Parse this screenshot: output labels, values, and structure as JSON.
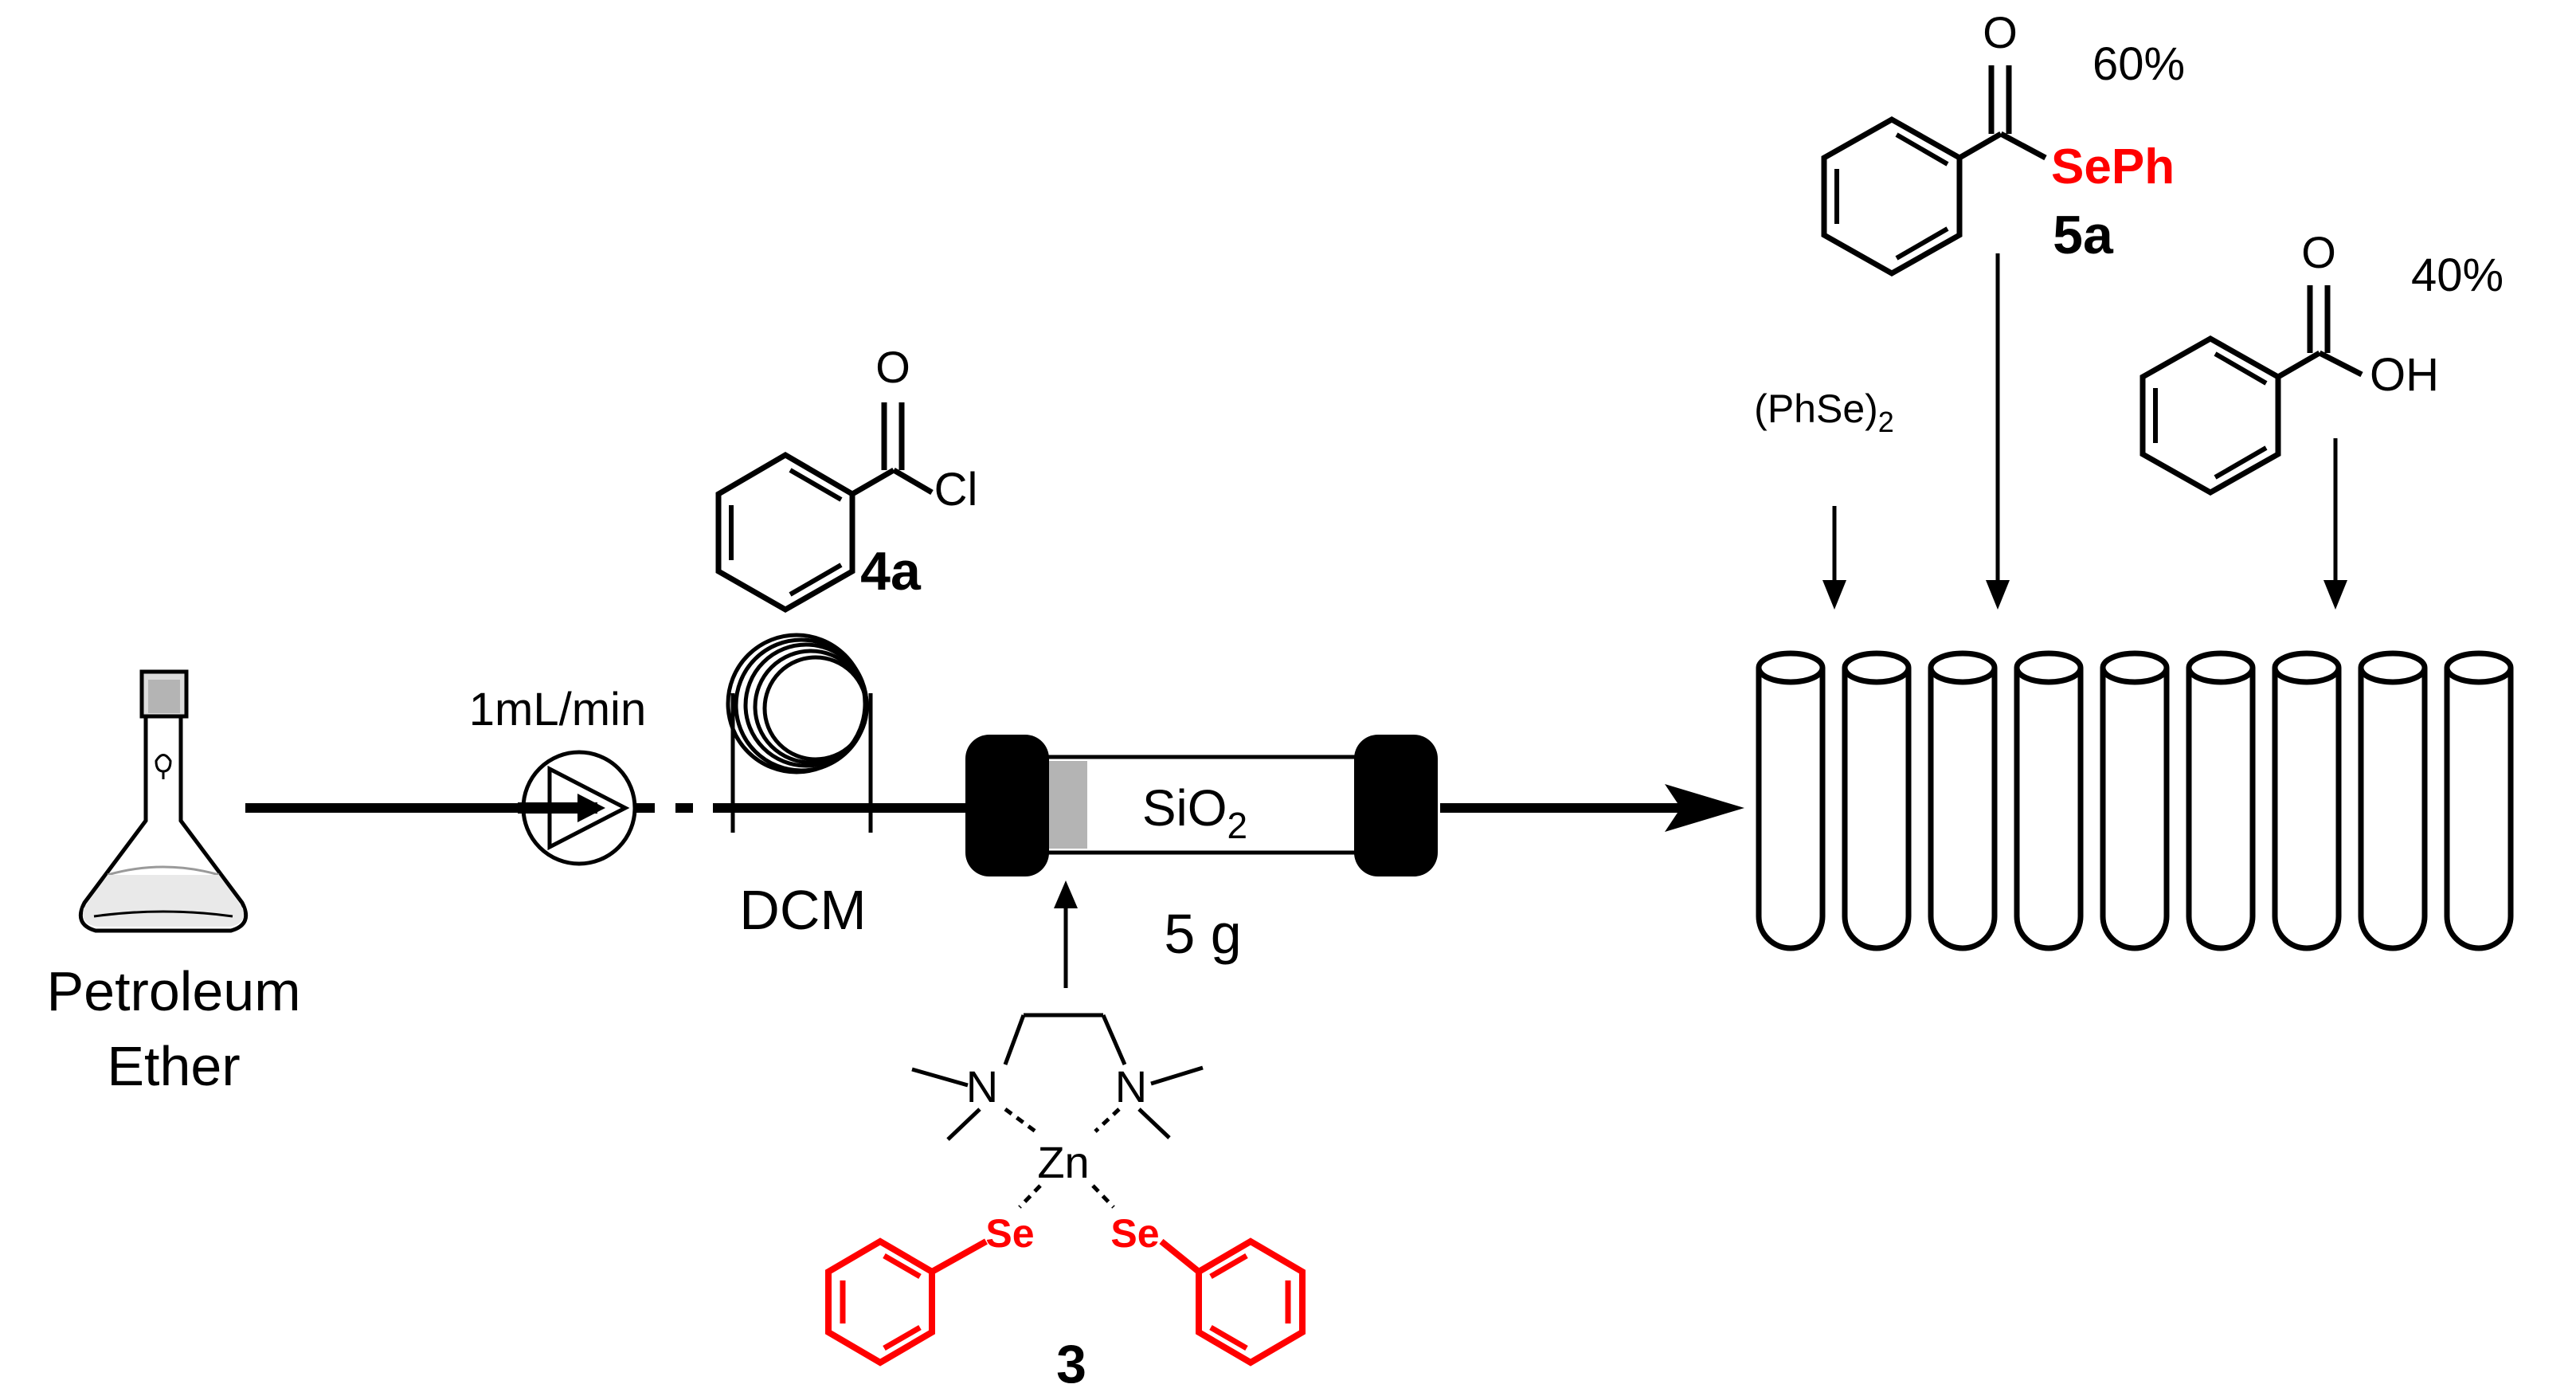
{
  "source": {
    "line1": "Petroleum",
    "line2": "Ether"
  },
  "pump": {
    "flow_rate": "1mL/min"
  },
  "coil": {
    "solvent": "DCM"
  },
  "reagent_4a": {
    "id": "4a",
    "carbonyl_O": "O",
    "chloro": "Cl"
  },
  "column": {
    "packing_main": "SiO",
    "packing_sub": "2",
    "mass": "5 g"
  },
  "reagent_3": {
    "id": "3",
    "zinc": "Zn",
    "nitrogen_left": "N",
    "nitrogen_right": "N",
    "selenium_left": "Se",
    "selenium_right": "Se"
  },
  "fractions": {
    "diselenide_main": "(PhSe)",
    "diselenide_sub": "2",
    "product_5a": {
      "id": "5a",
      "carbonyl_O": "O",
      "group": "SePh",
      "yield": "60%"
    },
    "benzoic_acid": {
      "carbonyl_O": "O",
      "hydroxyl": "OH",
      "yield": "40%"
    }
  },
  "colors": {
    "ink": "#000000",
    "selenium": "#ff0000",
    "plug_gray": "#b4b4b4"
  },
  "tube_count": 9
}
